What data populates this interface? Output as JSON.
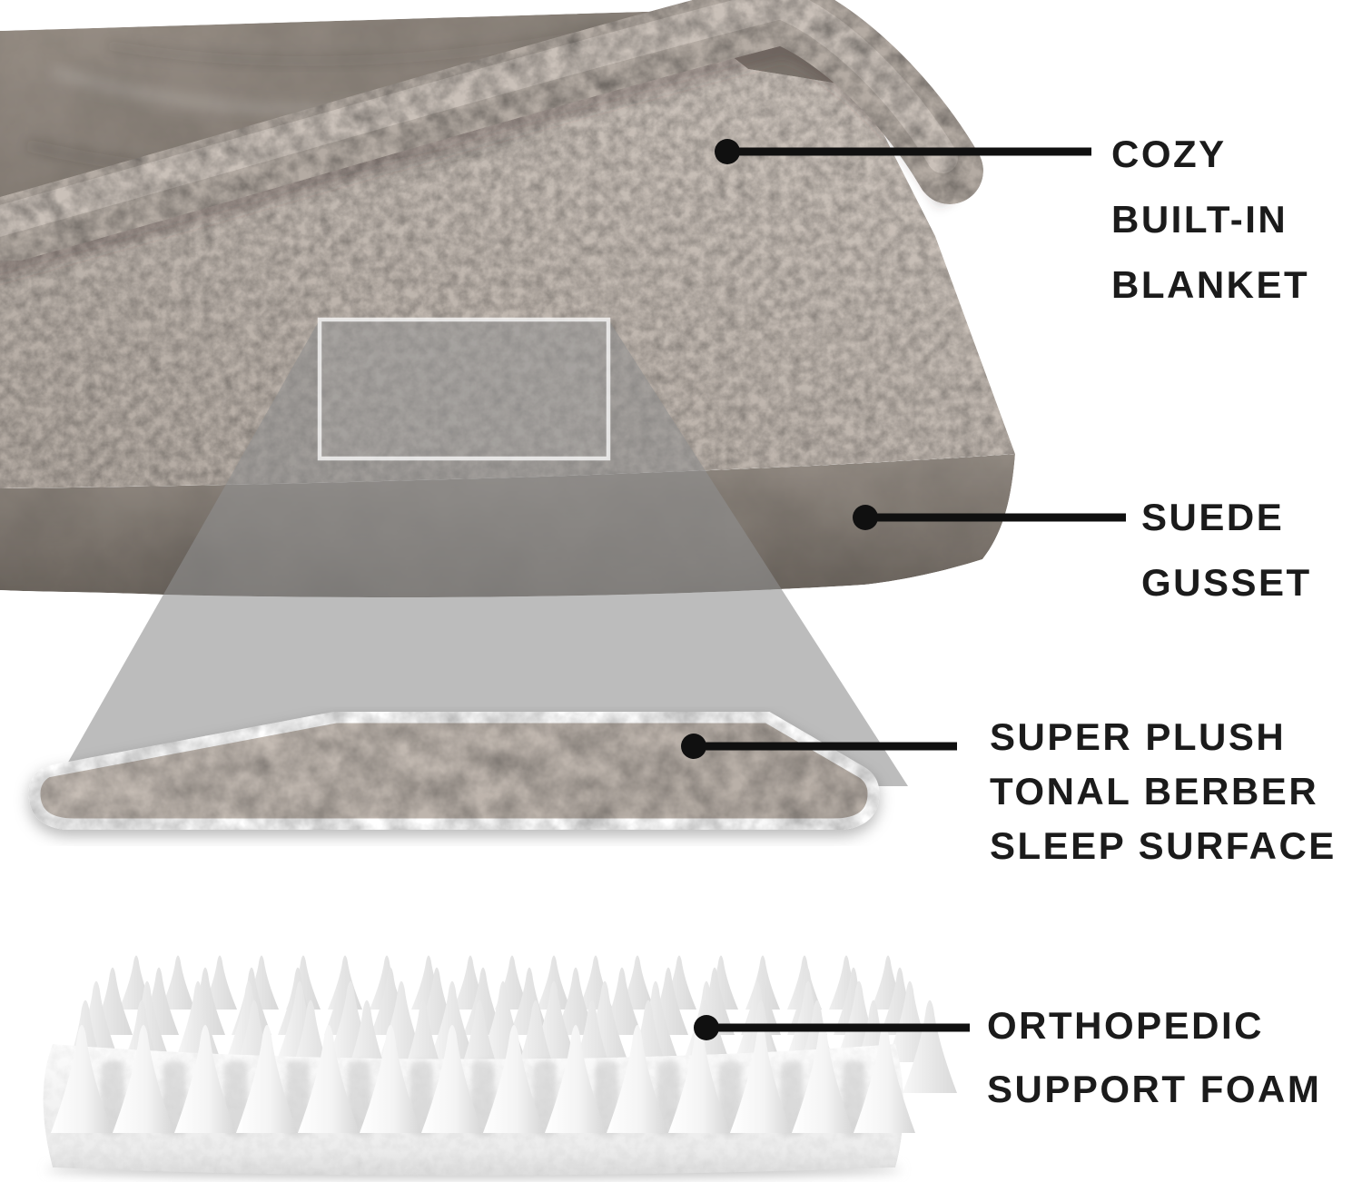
{
  "figure_title": "",
  "callouts": [
    {
      "id": "cozy-built-in-blanket",
      "lines": [
        "COZY",
        "BUILT-IN",
        "BLANKET"
      ]
    },
    {
      "id": "suede-gusset",
      "lines": [
        "SUEDE",
        "GUSSET"
      ]
    },
    {
      "id": "super-plush-tonal-berber-sleep-surface",
      "lines": [
        "SUPER PLUSH",
        "TONAL BERBER",
        "SLEEP SURFACE"
      ]
    },
    {
      "id": "orthopedic-support-foam",
      "lines": [
        "ORTHOPEDIC",
        "SUPPORT FOAM"
      ]
    }
  ],
  "colors": {
    "background": "#ffffff",
    "label_text": "#1b1b1b",
    "leader_line": "#101010",
    "blanket_suede": "#8b8279",
    "sherpa_fleece": "#c8bfb7",
    "bed_berber_top": "#c2b9b1",
    "gusset_suede": "#7e766f",
    "magnifier_overlay": "#909090",
    "foam_white": "#f5f5f5"
  }
}
